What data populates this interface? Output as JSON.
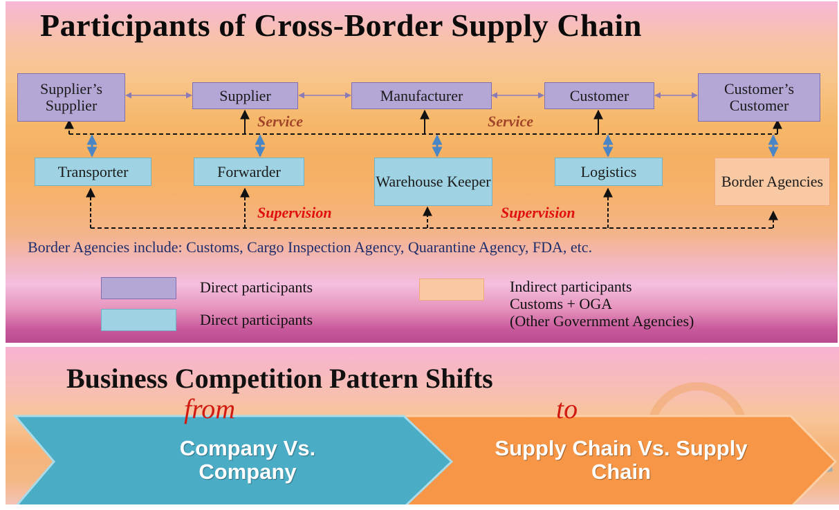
{
  "slide1": {
    "title": "Participants of Cross-Border Supply Chain",
    "direct_boxes": {
      "suppliers_supplier": "Supplier’s Supplier",
      "supplier": "Supplier",
      "manufacturer": "Manufacturer",
      "customer": "Customer",
      "customers_customer": "Customer’s Customer"
    },
    "service_boxes": {
      "transporter": "Transporter",
      "forwarder": "Forwarder",
      "warehouse_keeper": "Warehouse Keeper",
      "logistics": "Logistics",
      "border_agencies": "Border Agencies"
    },
    "labels": {
      "service_left": "Service",
      "service_right": "Service",
      "supervision_left": "Supervision",
      "supervision_right": "Supervision"
    },
    "note": "Border Agencies include: Customs, Cargo Inspection Agency, Quarantine Agency, FDA, etc.",
    "legend": {
      "purple": "Direct participants",
      "teal": "Direct participants",
      "orange_line1": "Indirect participants",
      "orange_line2": "Customs + OGA",
      "orange_line3": "(Other Government Agencies)"
    },
    "colors": {
      "purple": "#b4a7d6",
      "teal": "#9fd3e3",
      "orange": "#f9c9a4",
      "arrow_blue": "#4a86c5",
      "supervision_red": "#e01010",
      "service_brown": "#a3452a"
    }
  },
  "slide2": {
    "title": "Business Competition Pattern Shifts",
    "from_label": "from",
    "to_label": "to",
    "left_arrow_text": "Company Vs. Company",
    "right_arrow_text": "Supply Chain Vs. Supply Chain",
    "colors": {
      "left_arrow": "#4bacc6",
      "right_arrow": "#f79646"
    }
  }
}
